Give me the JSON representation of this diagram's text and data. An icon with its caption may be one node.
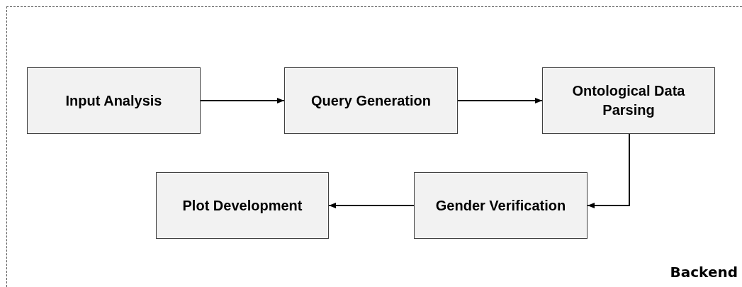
{
  "diagram": {
    "nodes": [
      {
        "text": [
          "Backend"
        ]
      },
      {
        "text": [
          "Input Analysis"
        ],
        "in": 0
      },
      {
        "text": [
          "Query Generation"
        ],
        "in": 0
      },
      {
        "text": [
          "Ontological Data Parsing"
        ],
        "in": 0
      },
      {
        "text": [
          "Gender Verification"
        ],
        "in": 0
      },
      {
        "text": [
          "Plot Development"
        ],
        "in": 0
      }
    ],
    "edges": [
      {
        "from": 1,
        "to": 2,
        "arrow": "to"
      },
      {
        "from": 2,
        "to": 3,
        "arrow": "to"
      },
      {
        "from": 3,
        "to": 4,
        "arrow": "to"
      },
      {
        "from": 4,
        "to": 5,
        "arrow": "to"
      }
    ]
  }
}
